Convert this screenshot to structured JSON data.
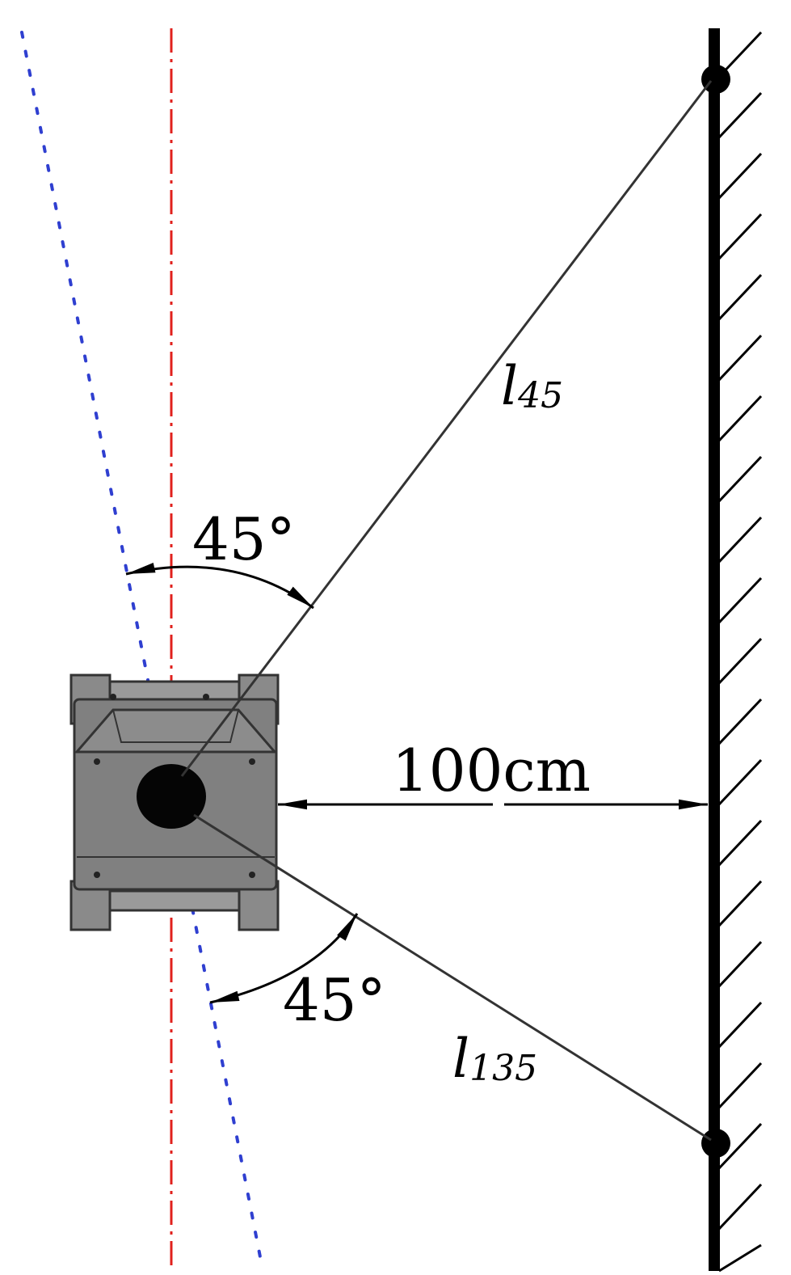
{
  "labels": {
    "angle_top": "45°",
    "angle_bottom": "45°",
    "distance": "100cm",
    "l45_main": "l",
    "l45_sub": "45",
    "l135_main": "l",
    "l135_sub": "135"
  },
  "colors": {
    "centerline": "#e0201c",
    "heading_line": "#2f3fd0",
    "robot_body": "#808080",
    "robot_dark": "#5a5a5a",
    "wall": "#000000",
    "beam": "#333333"
  }
}
